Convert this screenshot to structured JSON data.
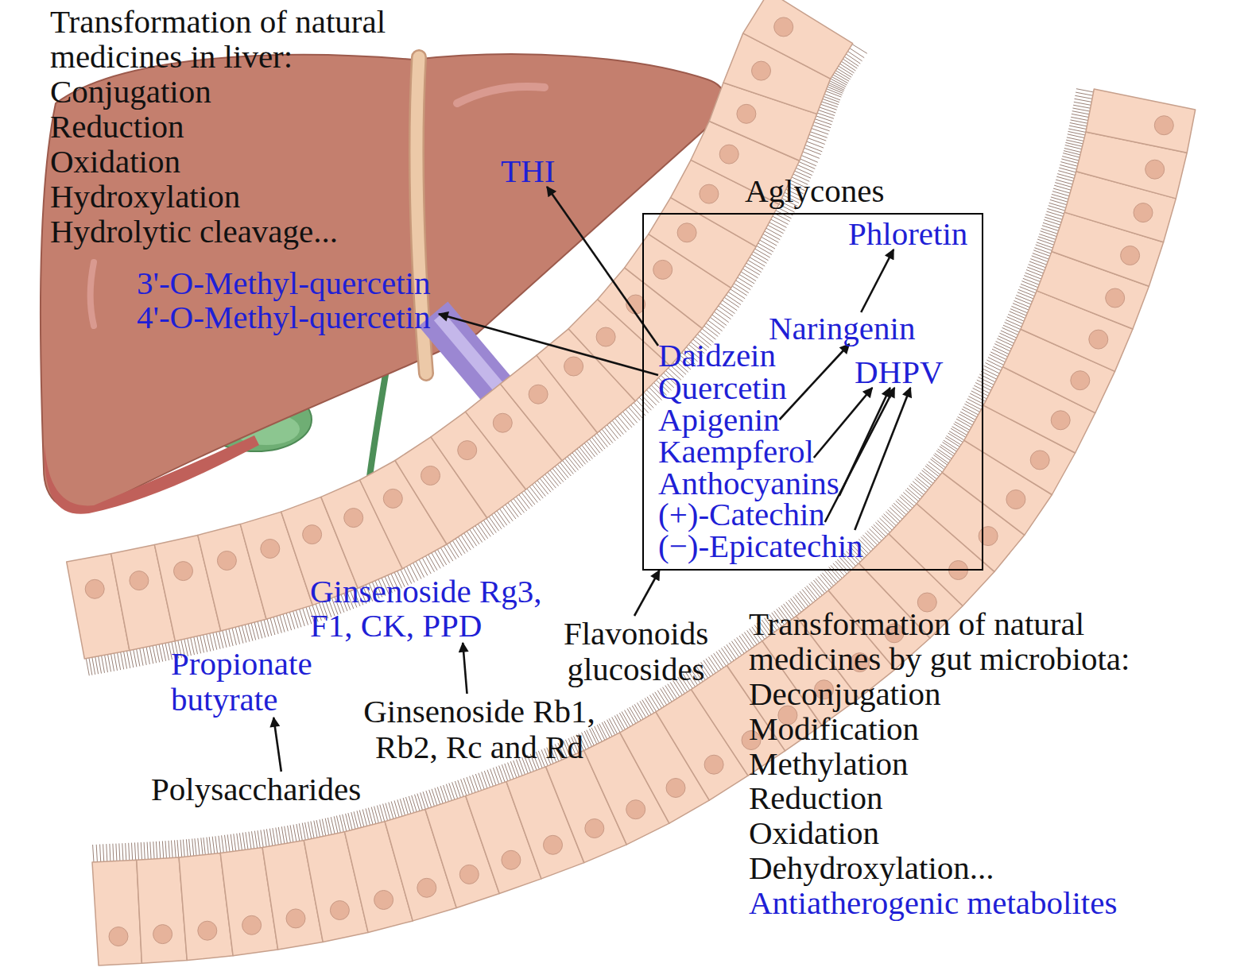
{
  "diagram": {
    "nodes": [
      {
        "text": [
          "Transformation of natural medicines in liver:",
          "Conjugation",
          "Reduction",
          "Oxidation",
          "Hydroxylation",
          "Hydrolytic cleavage..."
        ]
      },
      {
        "text": [
          "THI"
        ],
        "in": 0
      },
      {
        "text": [
          "3'-O-Methyl-quercetin 4'-O-Methyl-quercetin"
        ],
        "in": 0
      },
      {
        "text": [
          "Aglycones"
        ]
      },
      {
        "text": [
          "Phloretin"
        ],
        "in": 3
      },
      {
        "text": [
          "Naringenin"
        ],
        "in": 3
      },
      {
        "text": [
          "DHPV"
        ],
        "in": 3
      },
      {
        "text": [
          "Daidzein"
        ],
        "in": 3
      },
      {
        "text": [
          "Quercetin"
        ],
        "in": 3
      },
      {
        "text": [
          "Apigenin"
        ],
        "in": 3
      },
      {
        "text": [
          "Kaempferol"
        ],
        "in": 3
      },
      {
        "text": [
          "Anthocyanins"
        ],
        "in": 3
      },
      {
        "text": [
          "(+)-Catechin"
        ],
        "in": 3
      },
      {
        "text": [
          "(−)-Epicatechin"
        ],
        "in": 3
      },
      {
        "text": [
          "Flavonoids glucosides"
        ]
      },
      {
        "text": [
          "Ginsenoside Rg3, F1, CK, PPD"
        ]
      },
      {
        "text": [
          "Ginsenoside Rb1, Rb2, Rc and Rd"
        ]
      },
      {
        "text": [
          "Propionate butyrate"
        ]
      },
      {
        "text": [
          "Polysaccharides"
        ]
      }
    ],
    "edges": [
      {
        "from": 7,
        "to": 1,
        "arrow": "to"
      },
      {
        "from": 8,
        "to": 2,
        "arrow": "to"
      },
      {
        "from": 9,
        "to": 5,
        "arrow": "to"
      },
      {
        "from": 5,
        "to": 4,
        "arrow": "to"
      },
      {
        "from": 10,
        "to": 6,
        "arrow": "to"
      },
      {
        "from": 11,
        "to": 6,
        "arrow": "to"
      },
      {
        "from": 12,
        "to": 6,
        "arrow": "to"
      },
      {
        "from": 13,
        "to": 6,
        "arrow": "to"
      },
      {
        "from": 14,
        "to": 3,
        "arrow": "to"
      },
      {
        "from": 16,
        "to": 15,
        "arrow": "to"
      },
      {
        "from": 18,
        "to": 17,
        "arrow": "to"
      }
    ],
    "labels": [
      "Transformation of natural medicines by gut microbiota:",
      "Deconjugation",
      "Modification",
      "Methylation",
      "Reduction",
      "Oxidation",
      "Dehydroxylation...",
      "Antiatherogenic metabolites"
    ]
  }
}
